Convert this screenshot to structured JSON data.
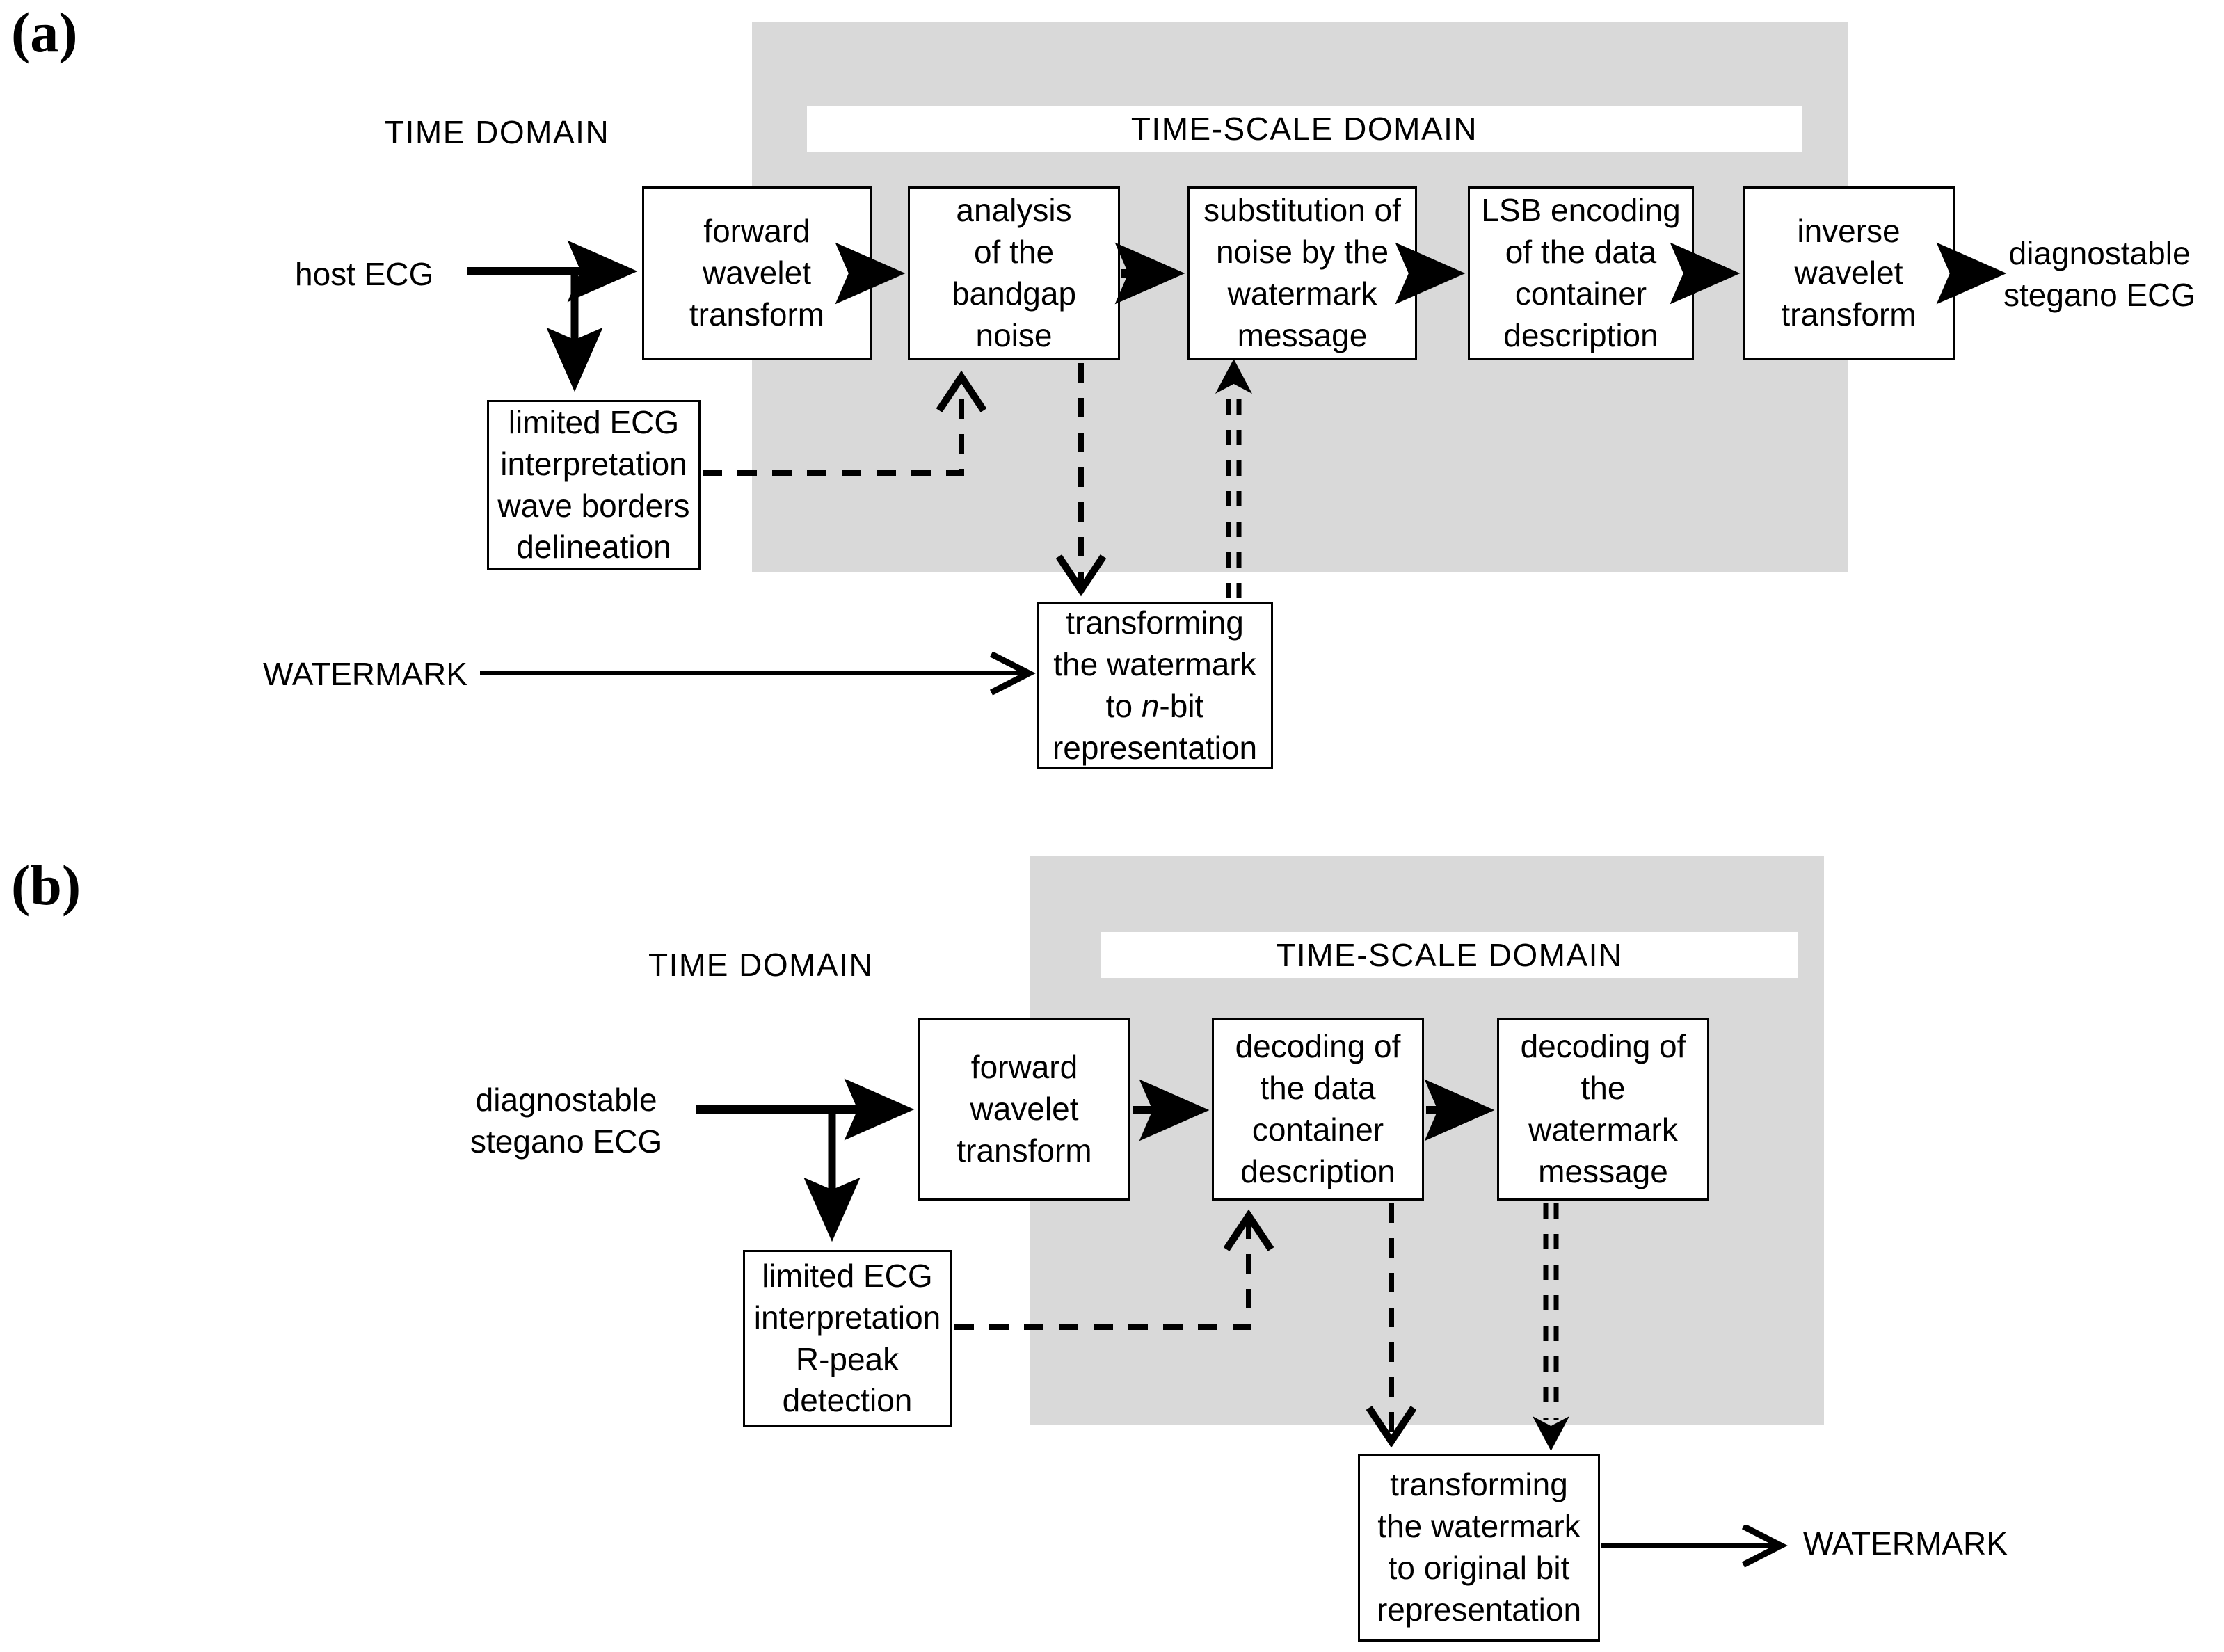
{
  "figure": {
    "type": "diagram",
    "description": "Block diagram of ECG watermark embedding (a) and extraction (b) procedures",
    "colors": {
      "region_gray": "#d9d9d9",
      "stroke": "#000000",
      "background": "#ffffff"
    }
  },
  "panel_a": {
    "label": "(a)",
    "time_domain_label": "TIME DOMAIN",
    "time_scale_domain_label": "TIME-SCALE DOMAIN",
    "inputs": [
      {
        "name": "host-ecg-input",
        "text": "host ECG"
      },
      {
        "name": "watermark-input",
        "text": "WATERMARK"
      }
    ],
    "outputs": [
      {
        "name": "stegano-ecg-output",
        "line1": "diagnostable",
        "line2": "stegano ECG"
      }
    ],
    "boxes": [
      {
        "id": "forward-wavelet-transform",
        "lines": [
          "forward",
          "wavelet",
          "transform"
        ]
      },
      {
        "id": "analysis-bandgap-noise",
        "lines": [
          "analysis",
          "of the",
          "bandgap",
          "noise"
        ]
      },
      {
        "id": "substitution-noise-watermark",
        "lines": [
          "substitution of",
          "noise by the",
          "watermark",
          "message"
        ]
      },
      {
        "id": "lsb-encoding-container",
        "lines": [
          "LSB encoding",
          "of the data",
          "container",
          "description"
        ]
      },
      {
        "id": "inverse-wavelet-transform",
        "lines": [
          "inverse",
          "wavelet",
          "transform"
        ]
      },
      {
        "id": "limited-ecg-interpretation",
        "lines": [
          "limited ECG",
          "interpretation",
          "wave borders",
          "delineation"
        ]
      },
      {
        "id": "transforming-watermark-nbit",
        "lines": [
          "transforming",
          "the watermark",
          "to n-bit",
          "representation"
        ],
        "italic_token": "n"
      }
    ]
  },
  "panel_b": {
    "label": "(b)",
    "time_domain_label": "TIME DOMAIN",
    "time_scale_domain_label": "TIME-SCALE DOMAIN",
    "inputs": [
      {
        "name": "stegano-ecg-input",
        "line1": "diagnostable",
        "line2": "stegano ECG"
      }
    ],
    "outputs": [
      {
        "name": "watermark-output",
        "text": "WATERMARK"
      }
    ],
    "boxes": [
      {
        "id": "forward-wavelet-transform",
        "lines": [
          "forward",
          "wavelet",
          "transform"
        ]
      },
      {
        "id": "decoding-data-container",
        "lines": [
          "decoding of",
          "the data",
          "container",
          "description"
        ]
      },
      {
        "id": "decoding-watermark-message",
        "lines": [
          "decoding of",
          "the",
          "watermark",
          "message"
        ]
      },
      {
        "id": "limited-ecg-interpretation",
        "lines": [
          "limited ECG",
          "interpretation",
          "R-peak",
          "detection"
        ]
      },
      {
        "id": "transforming-watermark-original",
        "lines": [
          "transforming",
          "the watermark",
          "to original bit",
          "representation"
        ]
      }
    ]
  }
}
